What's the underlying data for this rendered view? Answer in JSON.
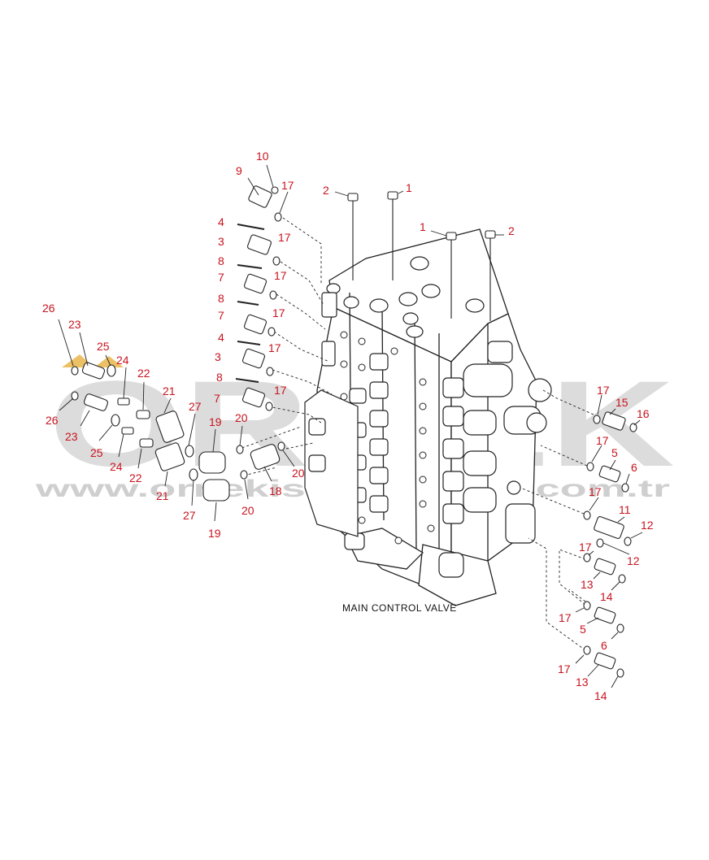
{
  "diagram": {
    "title": "MAIN CONTROL VALVE",
    "callout_color": "#c8141e",
    "line_color": "#222222"
  },
  "watermark": {
    "brand": "ORNEK",
    "url": "www.ornekismakinalari.com.tr",
    "color": "#d9d9d9",
    "accent": "#e9b64a"
  },
  "callouts": [
    "1",
    "2",
    "3",
    "4",
    "5",
    "6",
    "7",
    "8",
    "9",
    "10",
    "11",
    "12",
    "13",
    "14",
    "15",
    "16",
    "17",
    "18",
    "19",
    "20",
    "21",
    "22",
    "23",
    "24",
    "25",
    "26",
    "27"
  ]
}
